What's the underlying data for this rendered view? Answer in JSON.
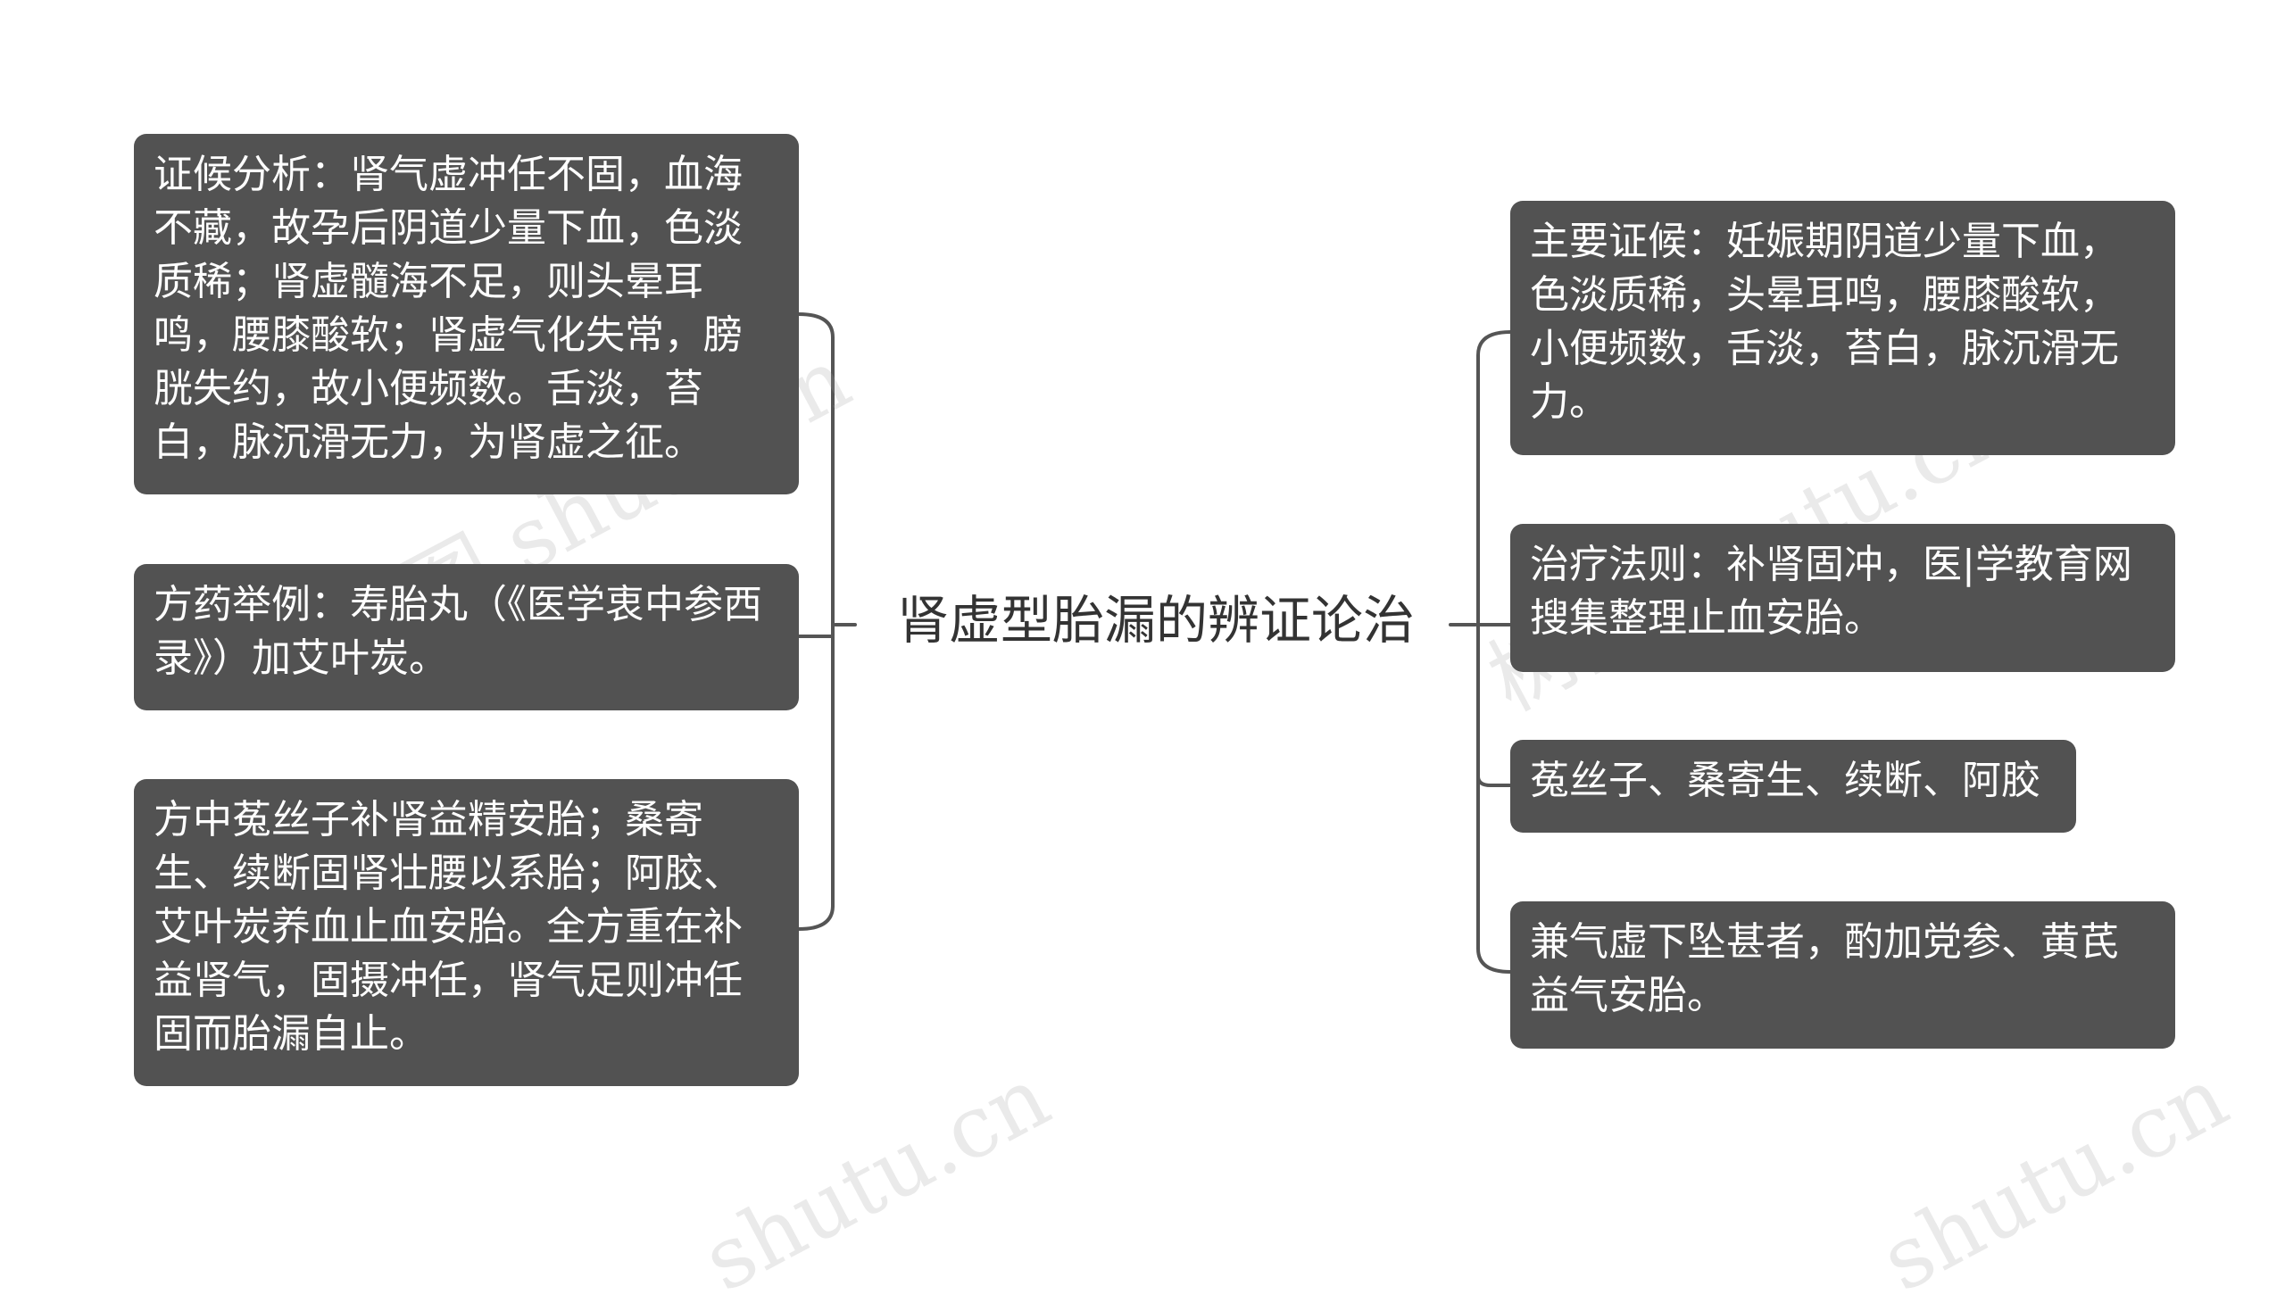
{
  "diagram": {
    "root": {
      "label": "肾虚型胎漏的辨证论治"
    },
    "left_nodes": [
      {
        "text": "证候分析：肾气虚冲任不固，血海不藏，故孕后阴道少量下血，色淡质稀；肾虚髓海不足，则头晕耳鸣，腰膝酸软；肾虚气化失常，膀胱失约，故小便频数。舌淡，苔白，脉沉滑无力，为肾虚之征。"
      },
      {
        "text": "方药举例：寿胎丸（《医学衷中参西录》）加艾叶炭。"
      },
      {
        "text": "方中菟丝子补肾益精安胎；桑寄生、续断固肾壮腰以系胎；阿胶、艾叶炭养血止血安胎。全方重在补益肾气，固摄冲任，肾气足则冲任固而胎漏自止。"
      }
    ],
    "right_nodes": [
      {
        "text": "主要证候：妊娠期阴道少量下血，色淡质稀，头晕耳鸣，腰膝酸软，小便频数，舌淡，苔白，脉沉滑无力。"
      },
      {
        "text": "治疗法则：补肾固冲，医|学教育网搜集整理止血安胎。"
      },
      {
        "text": "菟丝子、桑寄生、续断、阿胶"
      },
      {
        "text": "兼气虚下坠甚者，酌加党参、黄芪益气安胎。"
      }
    ]
  },
  "colors": {
    "node_fill": "#525252",
    "node_text": "#ffffff",
    "connector": "#555555",
    "root_text": "#333333"
  },
  "watermarks": [
    "树图 shutu.cn",
    "树图 shutu.cn",
    "shutu.cn",
    "shutu.cn"
  ]
}
